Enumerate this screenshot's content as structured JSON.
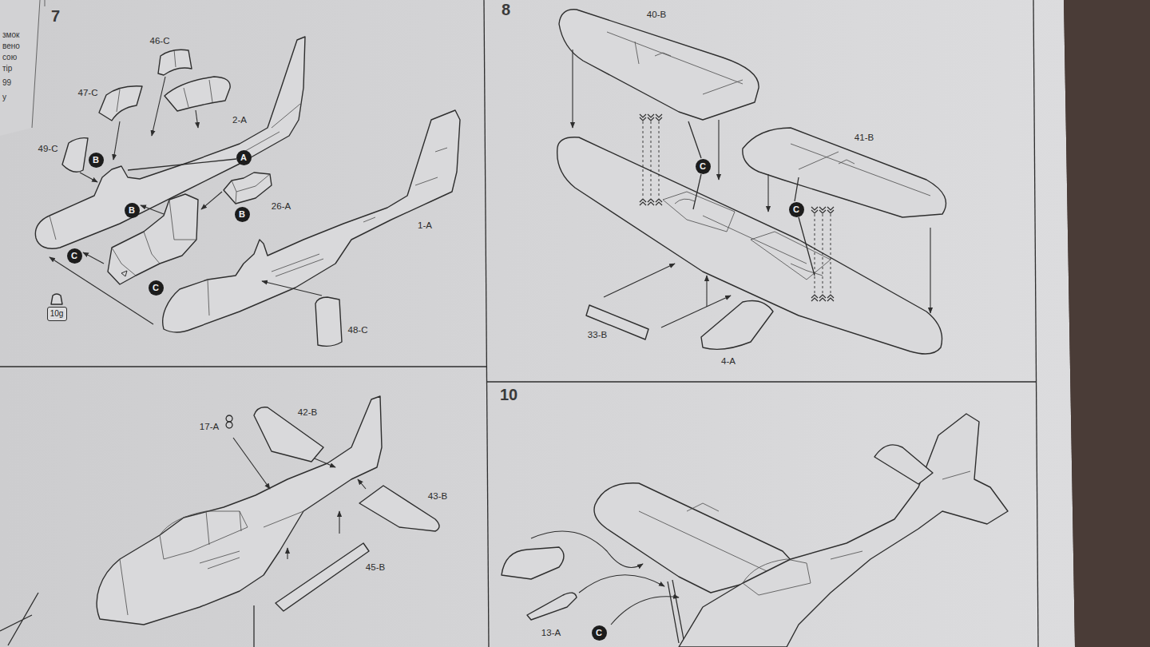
{
  "diagram": {
    "nodes": [
      {
        "text": [
          "7"
        ]
      },
      {
        "text": [
          "B"
        ],
        "in": 0
      },
      {
        "text": [
          "B"
        ],
        "in": 0
      },
      {
        "text": [
          "A"
        ],
        "in": 0
      },
      {
        "text": [
          "B"
        ],
        "in": 0
      },
      {
        "text": [
          "C"
        ],
        "in": 0
      },
      {
        "text": [
          "C"
        ],
        "in": 0
      },
      {
        "text": [
          "10g"
        ],
        "in": 0
      },
      {
        "text": [
          "8"
        ]
      },
      {
        "text": [
          "C"
        ],
        "in": 8
      },
      {
        "text": [
          "C"
        ],
        "in": 8
      },
      {
        "text": [
          "10"
        ]
      },
      {
        "text": [
          "C"
        ],
        "in": 11
      }
    ],
    "labels": [
      "змок",
      "вено",
      "сою",
      "тір",
      "99",
      "у",
      "46-C",
      "47-C",
      "49-C",
      "2-A",
      "26-A",
      "1-A",
      "48-C",
      "40-B",
      "41-B",
      "33-B",
      "4-A",
      "17-A",
      "42-B",
      "43-B",
      "45-B",
      "13-A"
    ]
  }
}
